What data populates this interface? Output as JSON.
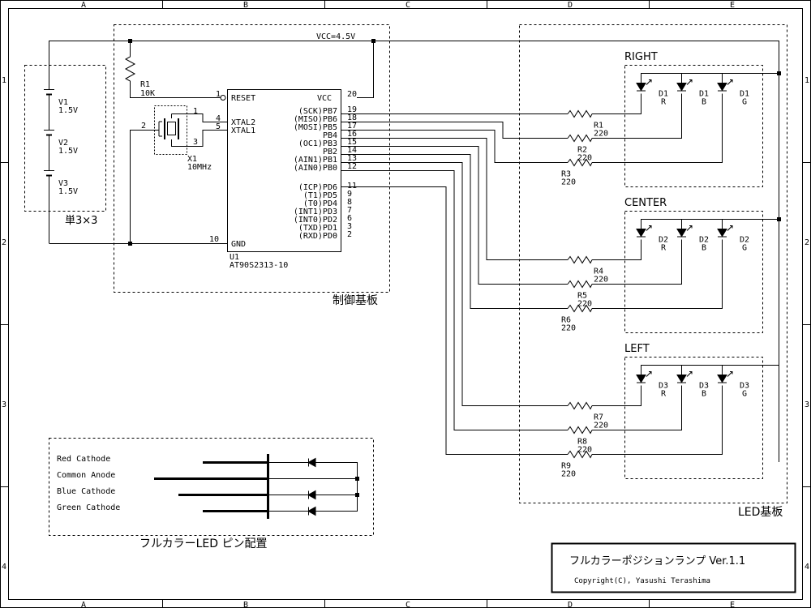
{
  "border": {
    "cols_top": [
      "A",
      "B",
      "C",
      "D",
      "E"
    ],
    "cols_bottom": [
      "A",
      "B",
      "C",
      "D",
      "E"
    ],
    "rows": [
      "1",
      "2",
      "3",
      "4"
    ]
  },
  "battery": {
    "cells": [
      {
        "ref": "V1",
        "value": "1.5V"
      },
      {
        "ref": "V2",
        "value": "1.5V"
      },
      {
        "ref": "V3",
        "value": "1.5V"
      }
    ],
    "caption": "単3×3"
  },
  "control_board": {
    "vcc_label": "VCC=4.5V",
    "label": "制御基板",
    "r1_ref": "R1",
    "r1_value": "10K",
    "x1_ref": "X1",
    "x1_value": "10MHz",
    "x1_pins": [
      "1",
      "2",
      "3"
    ]
  },
  "mcu": {
    "ref": "U1",
    "part": "AT90S2313-10",
    "left_pins": [
      {
        "num": "1",
        "name": "RESET"
      },
      {
        "num": "4",
        "name": "XTAL2"
      },
      {
        "num": "5",
        "name": "XTAL1"
      },
      {
        "num": "10",
        "name": "GND"
      }
    ],
    "vcc_pin": {
      "num": "20",
      "name": "VCC"
    },
    "port_b": [
      {
        "num": "19",
        "name": "(SCK)PB7"
      },
      {
        "num": "18",
        "name": "(MISO)PB6"
      },
      {
        "num": "17",
        "name": "(MOSI)PB5"
      },
      {
        "num": "16",
        "name": "PB4"
      },
      {
        "num": "15",
        "name": "(OC1)PB3"
      },
      {
        "num": "14",
        "name": "PB2"
      },
      {
        "num": "13",
        "name": "(AIN1)PB1"
      },
      {
        "num": "12",
        "name": "(AIN0)PB0"
      }
    ],
    "port_d": [
      {
        "num": "11",
        "name": "(ICP)PD6"
      },
      {
        "num": "9",
        "name": "(T1)PD5"
      },
      {
        "num": "8",
        "name": "(T0)PD4"
      },
      {
        "num": "7",
        "name": "(INT1)PD3"
      },
      {
        "num": "6",
        "name": "(INT0)PD2"
      },
      {
        "num": "3",
        "name": "(TXD)PD1"
      },
      {
        "num": "2",
        "name": "(RXD)PD0"
      }
    ]
  },
  "led_board": {
    "label": "LED基板",
    "groups": [
      {
        "title": "RIGHT",
        "leds": [
          {
            "ref": "D1",
            "color": "R"
          },
          {
            "ref": "D1",
            "color": "B"
          },
          {
            "ref": "D1",
            "color": "G"
          }
        ],
        "resistors": [
          {
            "ref": "R1",
            "value": "220"
          },
          {
            "ref": "R2",
            "value": "220"
          },
          {
            "ref": "R3",
            "value": "220"
          }
        ]
      },
      {
        "title": "CENTER",
        "leds": [
          {
            "ref": "D2",
            "color": "R"
          },
          {
            "ref": "D2",
            "color": "B"
          },
          {
            "ref": "D2",
            "color": "G"
          }
        ],
        "resistors": [
          {
            "ref": "R4",
            "value": "220"
          },
          {
            "ref": "R5",
            "value": "220"
          },
          {
            "ref": "R6",
            "value": "220"
          }
        ]
      },
      {
        "title": "LEFT",
        "leds": [
          {
            "ref": "D3",
            "color": "R"
          },
          {
            "ref": "D3",
            "color": "B"
          },
          {
            "ref": "D3",
            "color": "G"
          }
        ],
        "resistors": [
          {
            "ref": "R7",
            "value": "220"
          },
          {
            "ref": "R8",
            "value": "220"
          },
          {
            "ref": "R9",
            "value": "220"
          }
        ]
      }
    ]
  },
  "pinout": {
    "labels": [
      "Red Cathode",
      "Common Anode",
      "Blue Cathode",
      "Green Cathode"
    ],
    "caption": "フルカラーLED ピン配置"
  },
  "title_block": {
    "title": "フルカラーポジションランプ Ver.1.1",
    "copyright": "Copyright(C), Yasushi Terashima"
  }
}
